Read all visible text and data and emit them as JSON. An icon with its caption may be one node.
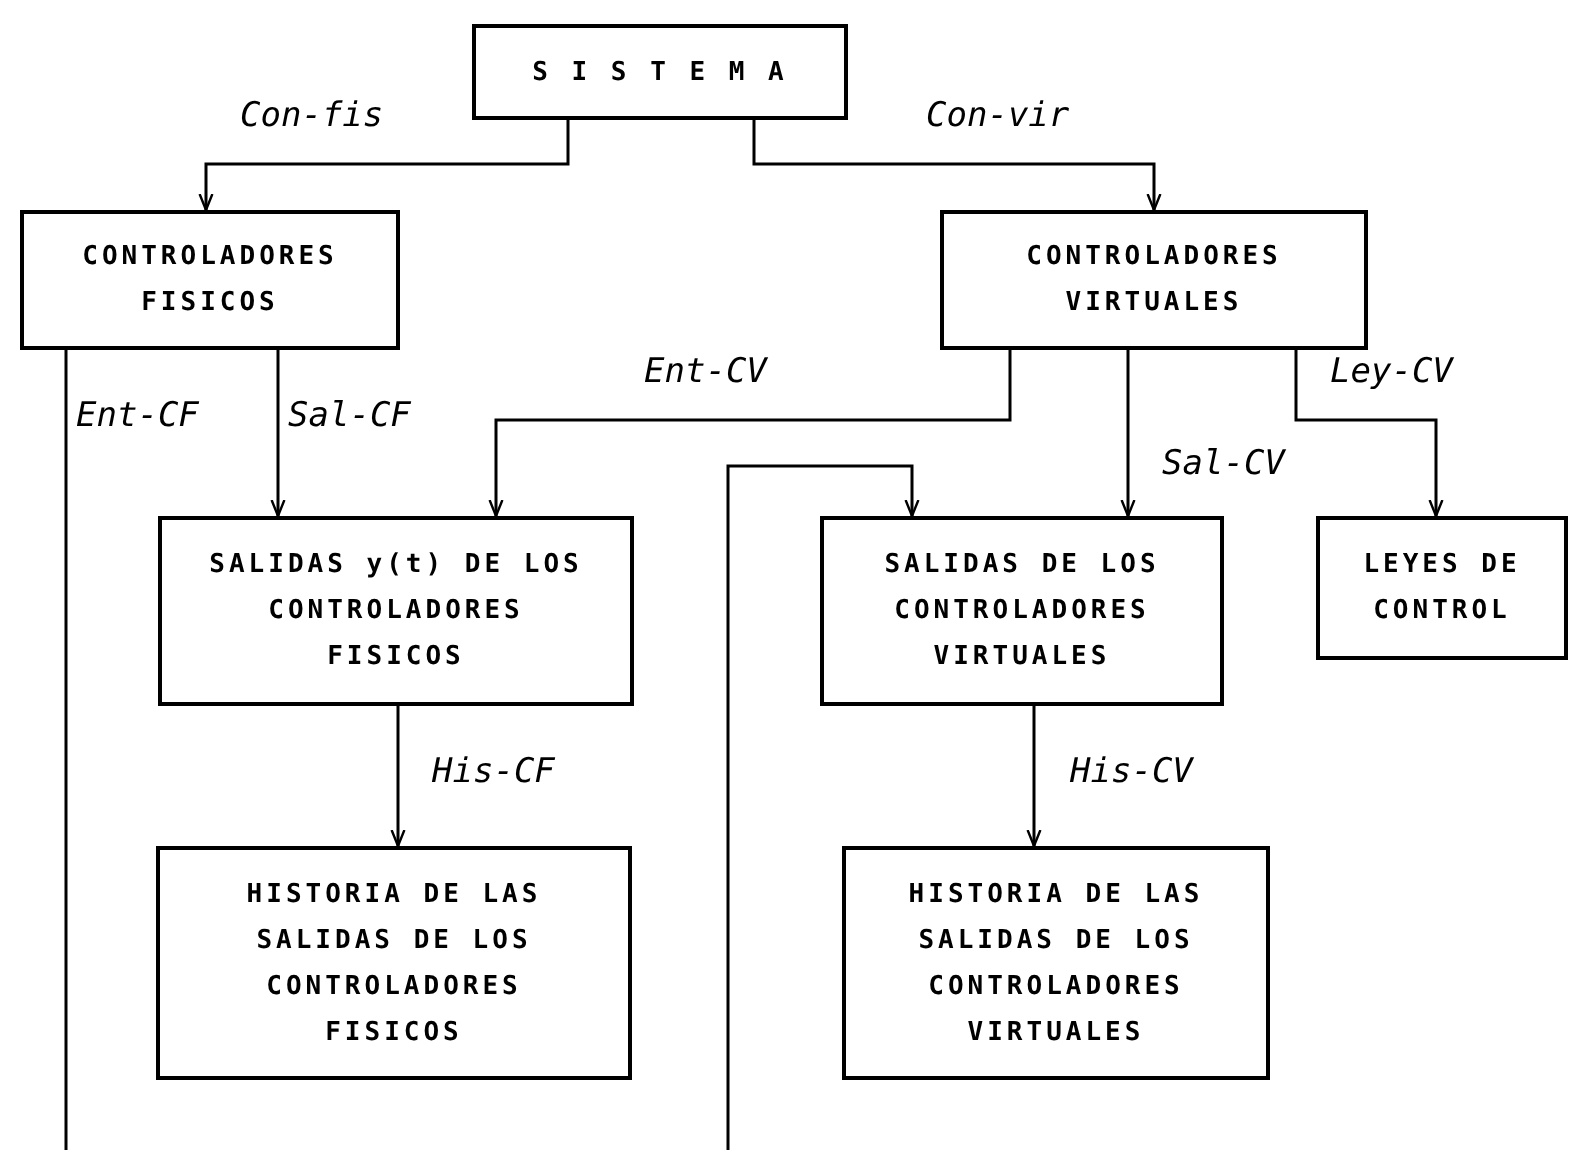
{
  "diagram": {
    "nodes": [
      {
        "text": [
          "S I S T E M A"
        ]
      },
      {
        "text": [
          "CONTROLADORES FISICOS"
        ]
      },
      {
        "text": [
          "CONTROLADORES VIRTUALES"
        ]
      },
      {
        "text": [
          "SALIDAS y(t) DE LOS CONTROLADORES FISICOS"
        ]
      },
      {
        "text": [
          "SALIDAS DE LOS CONTROLADORES VIRTUALES"
        ]
      },
      {
        "text": [
          "LEYES DE CONTROL"
        ]
      },
      {
        "text": [
          "HISTORIA DE LAS SALIDAS DE LOS CONTROLADORES FISICOS"
        ]
      },
      {
        "text": [
          "HISTORIA DE LAS SALIDAS DE LOS CONTROLADORES VIRTUALES"
        ]
      }
    ],
    "edges": [
      {
        "from": 0,
        "to": 1,
        "arrow": "to",
        "label": "Con-fis"
      },
      {
        "from": 0,
        "to": 2,
        "arrow": "to",
        "label": "Con-vir"
      },
      {
        "from": 1,
        "to": null,
        "arrow": "none",
        "label": "Ent-CF"
      },
      {
        "from": 1,
        "to": 3,
        "arrow": "to",
        "label": "Sal-CF"
      },
      {
        "from": 2,
        "to": 3,
        "arrow": "to",
        "label": "Ent-CV"
      },
      {
        "from": null,
        "to": 4,
        "arrow": "to"
      },
      {
        "from": 2,
        "to": 4,
        "arrow": "to",
        "label": "Sal-CV"
      },
      {
        "from": 2,
        "to": 5,
        "arrow": "to",
        "label": "Ley-CV"
      },
      {
        "from": 3,
        "to": 6,
        "arrow": "to",
        "label": "His-CF"
      },
      {
        "from": 4,
        "to": 7,
        "arrow": "to",
        "label": "His-CV"
      }
    ]
  }
}
